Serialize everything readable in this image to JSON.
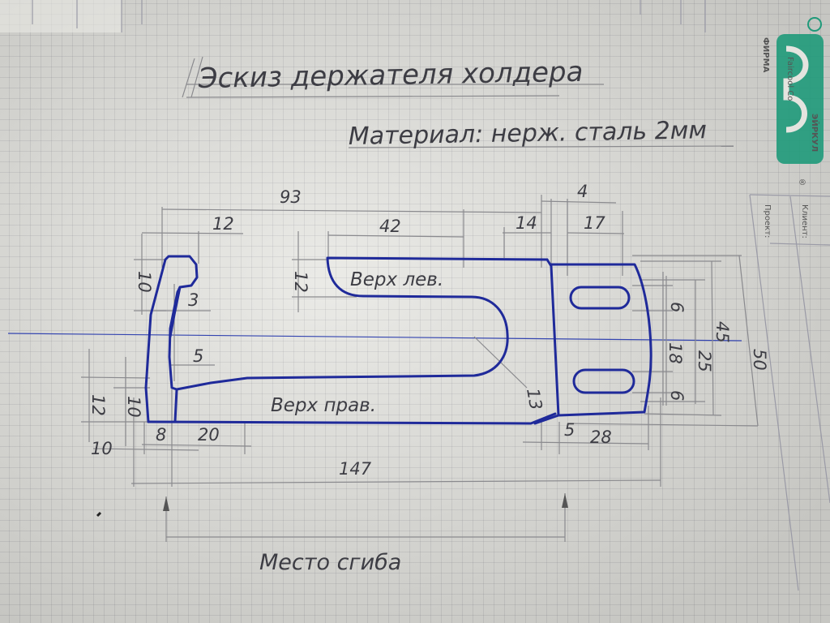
{
  "title": "Эскиз держателя холдера",
  "material": "Материал: нерж. сталь 2мм",
  "labels": {
    "top_left": "Верх лев.",
    "top_right": "Верх прав.",
    "bend_place": "Место сгиба"
  },
  "dimensions": {
    "d93": "93",
    "d4": "4",
    "d12_top": "12",
    "d42": "42",
    "d14": "14",
    "d17": "17",
    "d10_left": "10",
    "d12_slot": "12",
    "d3": "3",
    "d5_left": "5",
    "d6_top": "6",
    "d45": "45",
    "d18": "18",
    "d25": "25",
    "d50": "50",
    "d6_bottom": "6",
    "d12_bottom": "12",
    "d10_bottom": "10",
    "d13": "13",
    "d10_corner": "10",
    "d8": "8",
    "d20": "20",
    "d5_right": "5",
    "d28": "28",
    "d147": "147"
  },
  "title_block": {
    "brand": "Faircool Co",
    "firm_word": "ФИРМА",
    "firm_name": "ЭЙРКУЛ",
    "registered": "®",
    "project_label": "Проект:",
    "client_label": "Клиент:"
  },
  "colors": {
    "ink": "#1f2a9a",
    "pencil": "#8a8a8e",
    "brand_green": "#1f9a7a",
    "paper": "#e4e4df"
  }
}
